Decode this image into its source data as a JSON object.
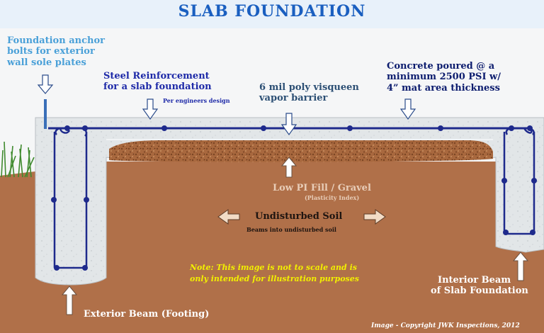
{
  "title": "SLAB   FOUNDATION",
  "labels": {
    "anchor_bolts": [
      "Foundation anchor",
      "bolts for exterior",
      "wall sole plates"
    ],
    "steel_reinforcement": [
      "Steel Reinforcement",
      "for a slab foundation"
    ],
    "per_engineers": "Per engineers design",
    "vapor_barrier": [
      "6 mil poly visqueen",
      "vapor barrier"
    ],
    "concrete": [
      "Concrete poured @ a",
      "minimum 2500 PSI w/",
      "4” mat  area thickness"
    ],
    "fill": "Low  PI Fill / Gravel",
    "plasticity": "(Plasticity Index)",
    "undisturbed": "Undisturbed  Soil",
    "beams_into": "Beams into undisturbed soil",
    "note": [
      "Note: This image is not to scale and is",
      "only intended for illustration purposes"
    ],
    "interior_beam": [
      "Interior Beam",
      "of Slab Foundation"
    ],
    "exterior_beam": "Exterior Beam (Footing)",
    "copyright": "Image - Copyright JWK Inspections, 2012"
  },
  "colors": {
    "title": "#1a5fc0",
    "soil": "#b0724a",
    "concrete": "#e4e8ea",
    "rebar": "#1e2a8c",
    "gravel": "#8c5532"
  },
  "icons": [
    "down-arrow-icon",
    "up-arrow-icon",
    "double-arrow-icon",
    "grass-icon"
  ]
}
